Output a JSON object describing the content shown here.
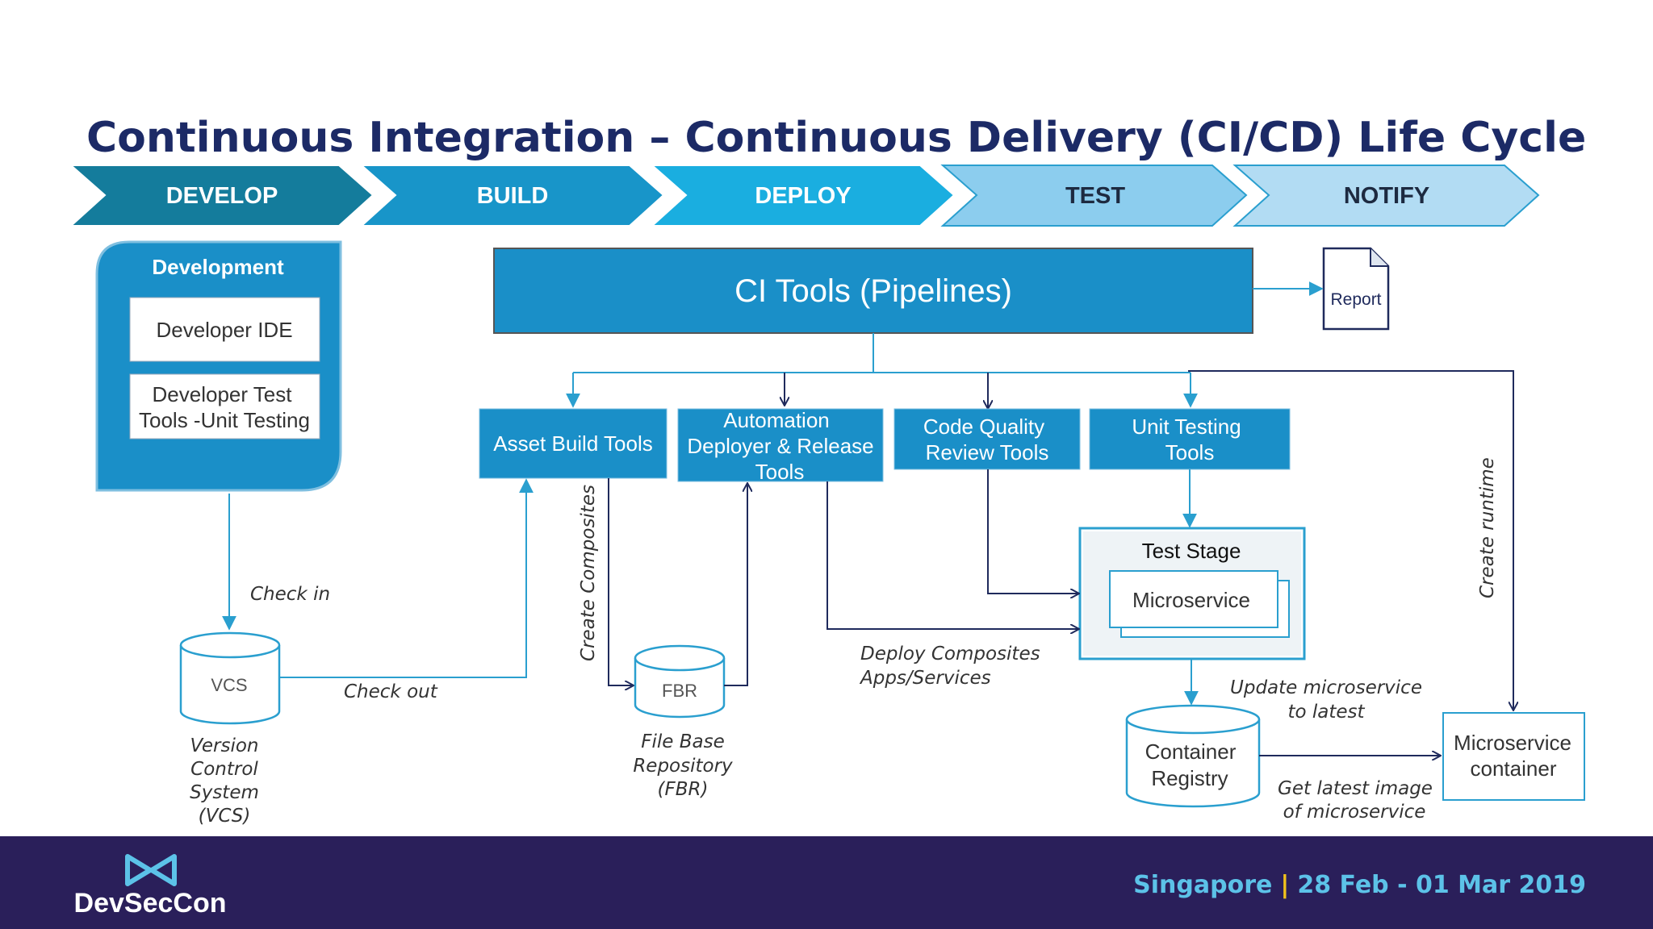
{
  "slide": {
    "title": "Continuous Integration – Continuous Delivery  (CI/CD) Life Cycle"
  },
  "stages": [
    {
      "label": "DEVELOP",
      "color": "#147c9c"
    },
    {
      "label": "BUILD",
      "color": "#1895c9"
    },
    {
      "label": "DEPLOY",
      "color": "#1aaee0"
    },
    {
      "label": "TEST",
      "color": "#8ccdee"
    },
    {
      "label": "NOTIFY",
      "color": "#b2dcf3"
    }
  ],
  "development": {
    "title": "Development",
    "ide": "Developer IDE",
    "test_tools_line1": "Developer Test",
    "test_tools_line2": "Tools -Unit Testing"
  },
  "ci_tools": {
    "label": "CI Tools (Pipelines)"
  },
  "report": {
    "label": "Report"
  },
  "tools": {
    "asset_build": "Asset Build Tools",
    "automation_line1": "Automation",
    "automation_line2": "Deployer & Release",
    "automation_line3": "Tools",
    "code_quality_line1": "Code Quality",
    "code_quality_line2": "Review Tools",
    "unit_testing_line1": "Unit Testing",
    "unit_testing_line2": "Tools"
  },
  "test_stage": {
    "title": "Test Stage",
    "microservice": "Microservice"
  },
  "vcs": {
    "label": "VCS",
    "caption_line1": "Version",
    "caption_line2": "Control",
    "caption_line3": "System",
    "caption_line4": "(VCS)"
  },
  "fbr": {
    "label": "FBR",
    "caption_line1": "File Base",
    "caption_line2": "Repository",
    "caption_line3": "(FBR)"
  },
  "registry": {
    "label_line1": "Container",
    "label_line2": "Registry"
  },
  "microservice_container": {
    "line1": "Microservice",
    "line2": "container"
  },
  "labels": {
    "check_in": "Check in",
    "check_out": "Check out",
    "create_composites": "Create Composites",
    "deploy_composites_line1": "Deploy Composites",
    "deploy_composites_line2": "Apps/Services",
    "create_runtime": "Create  runtime",
    "update_line1": "Update microservice",
    "update_line2": "to latest",
    "get_latest_line1": "Get latest image",
    "get_latest_line2": "of microservice"
  },
  "footer": {
    "brand": "DevSecCon",
    "location": "Singapore",
    "separator": "|",
    "dates": "28 Feb - 01 Mar 2019"
  },
  "colors": {
    "title": "#1c2a66",
    "box_blue": "#1a8fc8",
    "line_teal": "#2a9fcf",
    "line_navy": "#1f2a5c",
    "footer_bg": "#2a1f5a",
    "footer_text": "#5cc2e8",
    "separator": "#f2c21b"
  }
}
